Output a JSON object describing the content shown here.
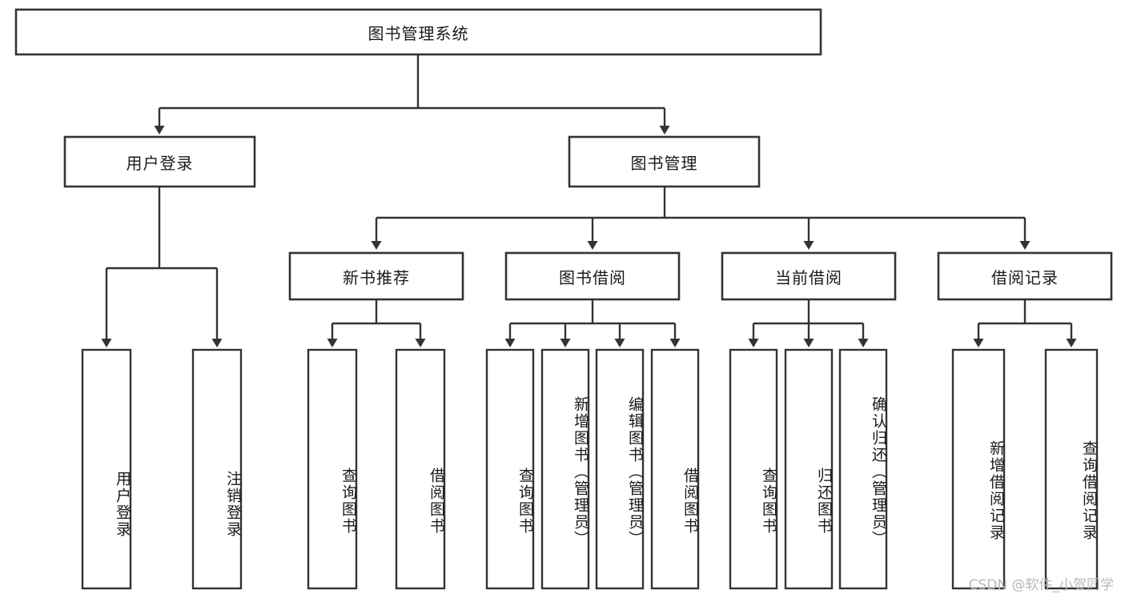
{
  "diagram": {
    "type": "hierarchy-tree",
    "title": "图书管理系统",
    "watermark": "CSDN @软件_小贺同学",
    "colors": {
      "box_stroke": "#333333",
      "box_fill": "#ffffff",
      "text": "#1a1a1a",
      "background": "#ffffff",
      "watermark": "#b8b8b8"
    },
    "root": {
      "label": "图书管理系统"
    },
    "level2": [
      {
        "label": "用户登录"
      },
      {
        "label": "图书管理"
      }
    ],
    "level3": [
      {
        "label": "新书推荐"
      },
      {
        "label": "图书借阅"
      },
      {
        "label": "当前借阅"
      },
      {
        "label": "借阅记录"
      }
    ],
    "leaves": {
      "user_login": [
        {
          "label": "用户登录"
        },
        {
          "label": "注销登录"
        }
      ],
      "new_book_recommend": [
        {
          "label": "查询图书"
        },
        {
          "label": "借阅图书"
        }
      ],
      "book_borrow": [
        {
          "label": "查询图书"
        },
        {
          "label": "新增图书（管理员）"
        },
        {
          "label": "编辑图书（管理员）"
        },
        {
          "label": "借阅图书"
        }
      ],
      "current_borrow": [
        {
          "label": "查询图书"
        },
        {
          "label": "归还图书"
        },
        {
          "label": "确认归还（管理员）"
        }
      ],
      "borrow_record": [
        {
          "label": "新增借阅记录"
        },
        {
          "label": "查询借阅记录"
        }
      ]
    }
  }
}
